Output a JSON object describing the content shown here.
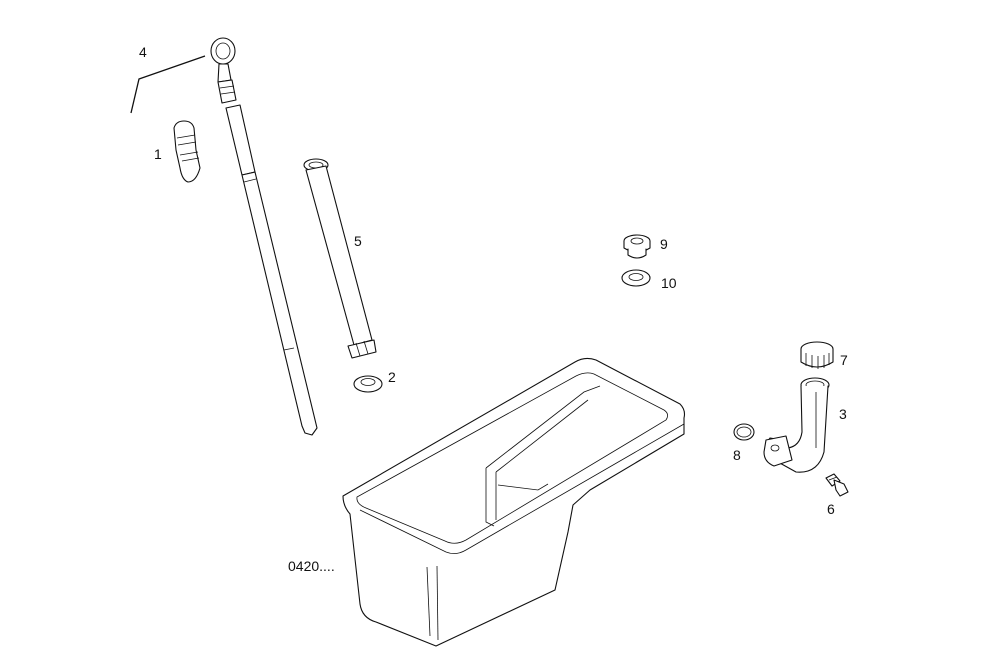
{
  "diagram": {
    "reference_code": "0420....",
    "callouts": {
      "c1": "1",
      "c2": "2",
      "c3": "3",
      "c4": "4",
      "c5": "5",
      "c6": "6",
      "c7": "7",
      "c8": "8",
      "c9": "9",
      "c10": "10"
    },
    "colors": {
      "line": "#111111",
      "background": "#ffffff"
    }
  }
}
